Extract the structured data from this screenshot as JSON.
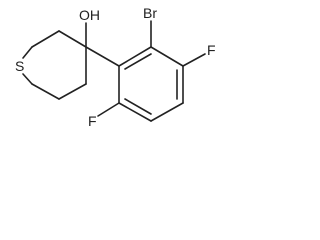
{
  "molecule": {
    "atoms": {
      "sulfur": "S",
      "hydroxyl": "OH",
      "bromine": "Br",
      "fluorine_top": "F",
      "fluorine_bottom": "F"
    }
  }
}
